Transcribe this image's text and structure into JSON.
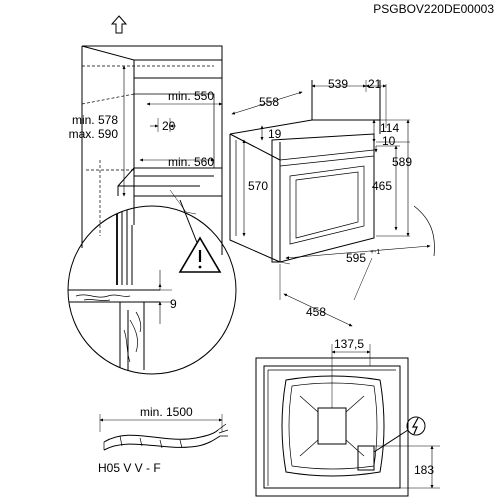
{
  "code": "PSGBOV220DE00003",
  "cabinet": {
    "height_min": "min. 578",
    "height_max": "max. 590",
    "width_top": "min. 550",
    "depth_gap": "20",
    "width_bottom": "min. 560"
  },
  "detail": {
    "gap": "9"
  },
  "oven": {
    "depth_total": "558",
    "depth_body": "539",
    "front": "21",
    "top_offset": "19",
    "panel_height": "114",
    "panel_gap": "10",
    "height_total": "589",
    "body_height": "570",
    "inner_height": "465",
    "width": "595",
    "width_tolerance": "+-1",
    "bottom_depth": "458"
  },
  "rear": {
    "width_offset": "137,5",
    "socket_height": "183"
  },
  "cable": {
    "length": "min. 1500",
    "type": "H05 V V - F"
  }
}
